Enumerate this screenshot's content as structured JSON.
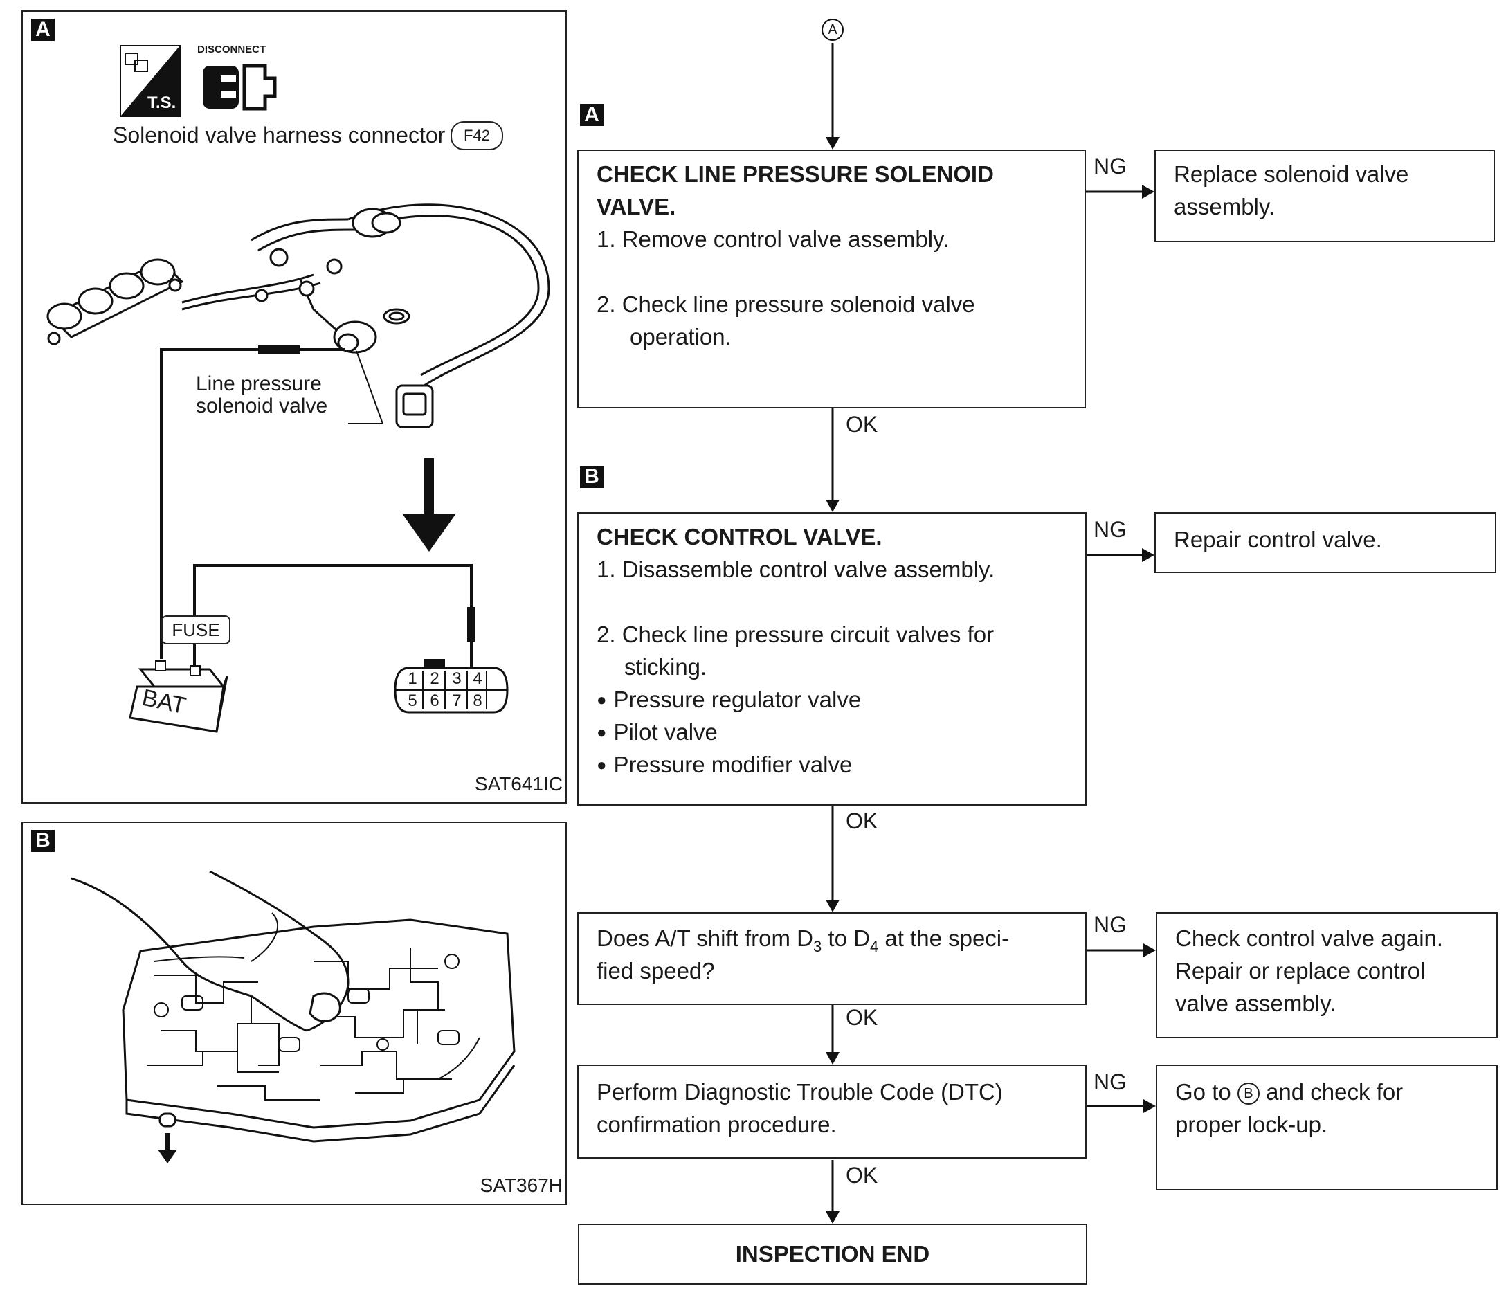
{
  "panel_a": {
    "tag": "A",
    "disconnect_label": "DISCONNECT",
    "ts_label": "T.S.",
    "connector_caption": "Solenoid valve harness connector",
    "connector_code": "F42",
    "valve_label_1": "Line pressure",
    "valve_label_2": "solenoid valve",
    "fuse_label": "FUSE",
    "bat_label": "BAT",
    "pins_top": [
      "1",
      "2",
      "3",
      "4"
    ],
    "pins_bottom": [
      "5",
      "6",
      "7",
      "8"
    ],
    "figure_code": "SAT641IC"
  },
  "panel_b": {
    "tag": "B",
    "figure_code": "SAT367H"
  },
  "flow": {
    "start_marker": "A",
    "step_a_tag": "A",
    "step_b_tag": "B",
    "step1": {
      "title_1": "CHECK LINE PRESSURE SOLENOID",
      "title_2": "VALVE.",
      "line1": "1.  Remove control valve assembly.",
      "line2": "2.  Check line pressure solenoid valve",
      "line3": "operation."
    },
    "step1_ng": "Replace solenoid valve assembly.",
    "step1_ng_1": "Replace solenoid valve",
    "step1_ng_2": "assembly.",
    "step2": {
      "title": "CHECK CONTROL VALVE.",
      "line1": "1. Disassemble control valve assembly.",
      "line2": "2. Check line pressure circuit valves for",
      "line3": "sticking.",
      "bullets": [
        "Pressure regulator valve",
        "Pilot valve",
        "Pressure modifier valve"
      ]
    },
    "step2_ng": "Repair control valve.",
    "step3": {
      "line1_pre": "Does A/T shift from D",
      "sub1": "3",
      "line1_mid": " to D",
      "sub2": "4",
      "line1_post": " at the speci-",
      "line2": "fied speed?"
    },
    "step3_ng": [
      "Check control valve again.",
      "Repair or replace control",
      "valve assembly."
    ],
    "step4": {
      "line1": "Perform Diagnostic Trouble Code (DTC)",
      "line2": "confirmation procedure."
    },
    "step4_ng_pre": "Go to",
    "step4_ng_marker": "B",
    "step4_ng_post": "and check for",
    "step4_ng_2": "proper lock-up.",
    "end": "INSPECTION END",
    "ng": "NG",
    "ok": "OK"
  }
}
